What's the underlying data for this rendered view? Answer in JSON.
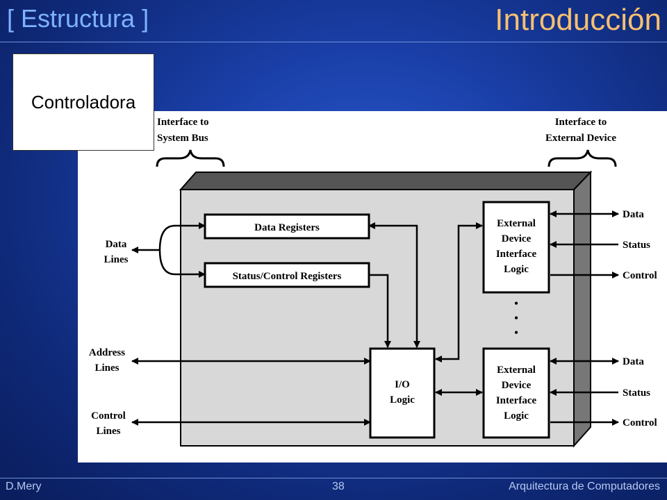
{
  "header": {
    "section": "[ Estructura ]",
    "title": "Introducción"
  },
  "callout": {
    "label": "Controladora"
  },
  "diagram": {
    "interface_system_bus": [
      "Interface to",
      "System Bus"
    ],
    "interface_external_device": [
      "Interface to",
      "External Device"
    ],
    "data_registers": "Data Registers",
    "status_control_registers": "Status/Control Registers",
    "io_logic": [
      "I/O",
      "Logic"
    ],
    "external_logic": [
      "External",
      "Device",
      "Interface",
      "Logic"
    ],
    "data_lines": [
      "Data",
      "Lines"
    ],
    "address_lines": [
      "Address",
      "Lines"
    ],
    "control_lines": [
      "Control",
      "Lines"
    ],
    "out_data": "Data",
    "out_status": "Status",
    "out_control": "Control",
    "ellipsis": "•"
  },
  "footer": {
    "author": "D.Mery",
    "page": "38",
    "course": "Arquitectura de Computadores"
  }
}
